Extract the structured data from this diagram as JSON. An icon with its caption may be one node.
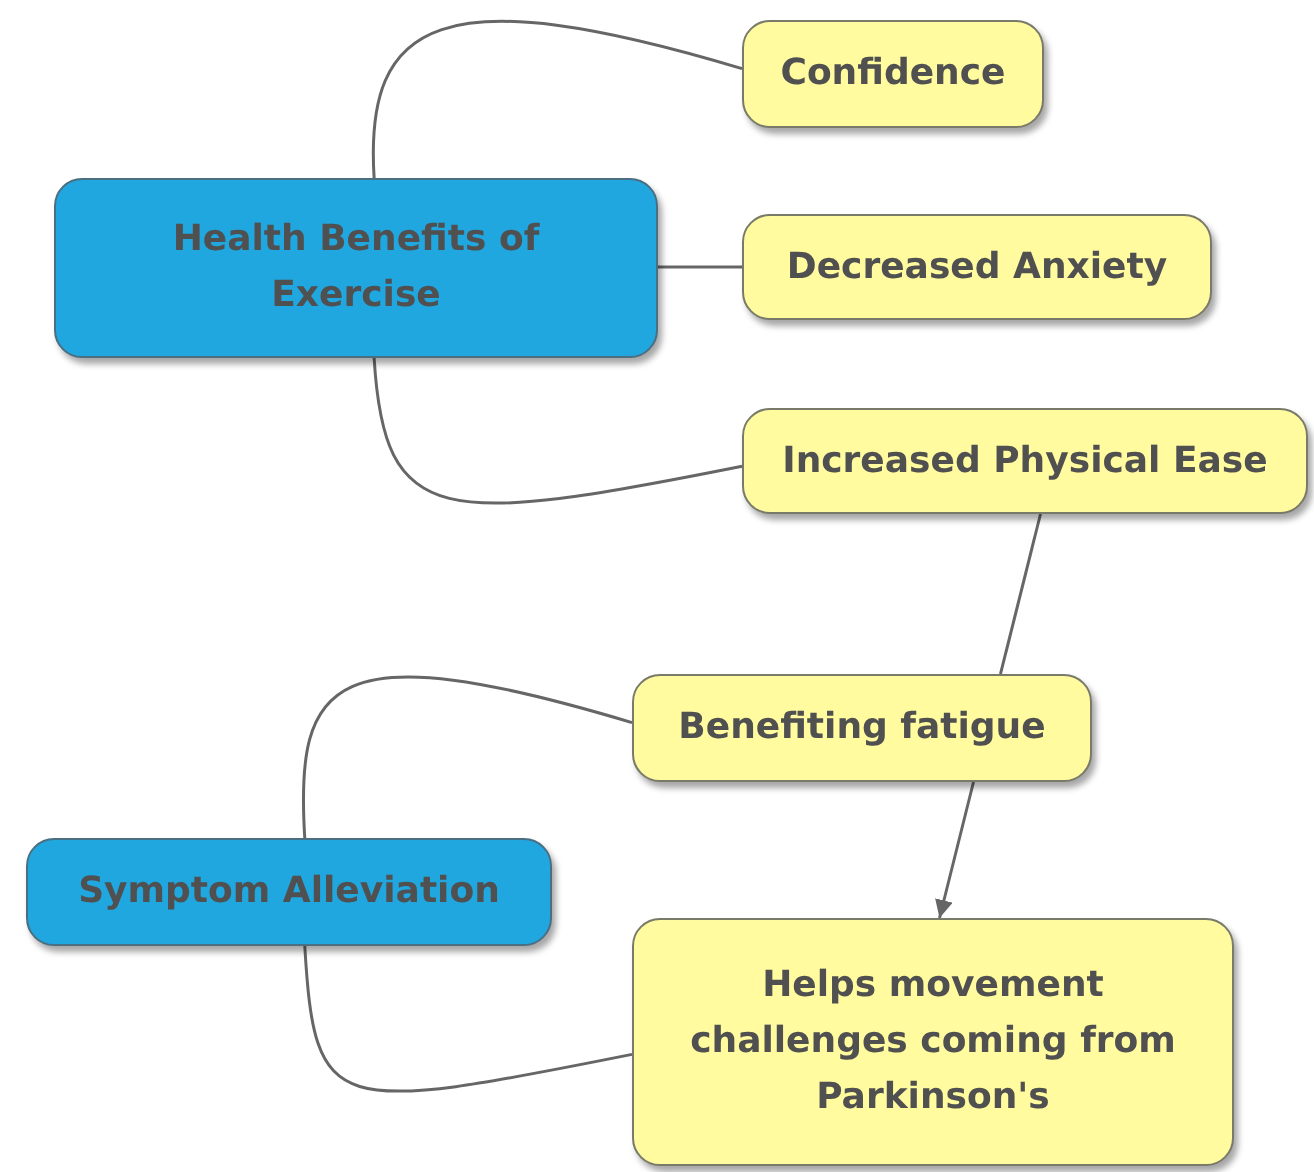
{
  "diagram": {
    "nodes": [
      {
        "text": [
          "Health Benefits of Exercise"
        ]
      },
      {
        "text": [
          "Confidence"
        ]
      },
      {
        "text": [
          "Decreased Anxiety"
        ]
      },
      {
        "text": [
          "Increased Physical Ease"
        ]
      },
      {
        "text": [
          "Benefiting fatigue"
        ]
      },
      {
        "text": [
          "Symptom Alleviation"
        ]
      },
      {
        "text": [
          "Helps movement challenges coming from Parkinson's"
        ]
      }
    ],
    "edges": [
      {
        "from": 0,
        "to": 1,
        "arrow": "none"
      },
      {
        "from": 0,
        "to": 2,
        "arrow": "none"
      },
      {
        "from": 0,
        "to": 3,
        "arrow": "none"
      },
      {
        "from": 3,
        "to": 4,
        "arrow": "none"
      },
      {
        "from": 4,
        "to": 6,
        "arrow": "to"
      },
      {
        "from": 5,
        "to": 4,
        "arrow": "none"
      },
      {
        "from": 5,
        "to": 6,
        "arrow": "none"
      }
    ]
  }
}
